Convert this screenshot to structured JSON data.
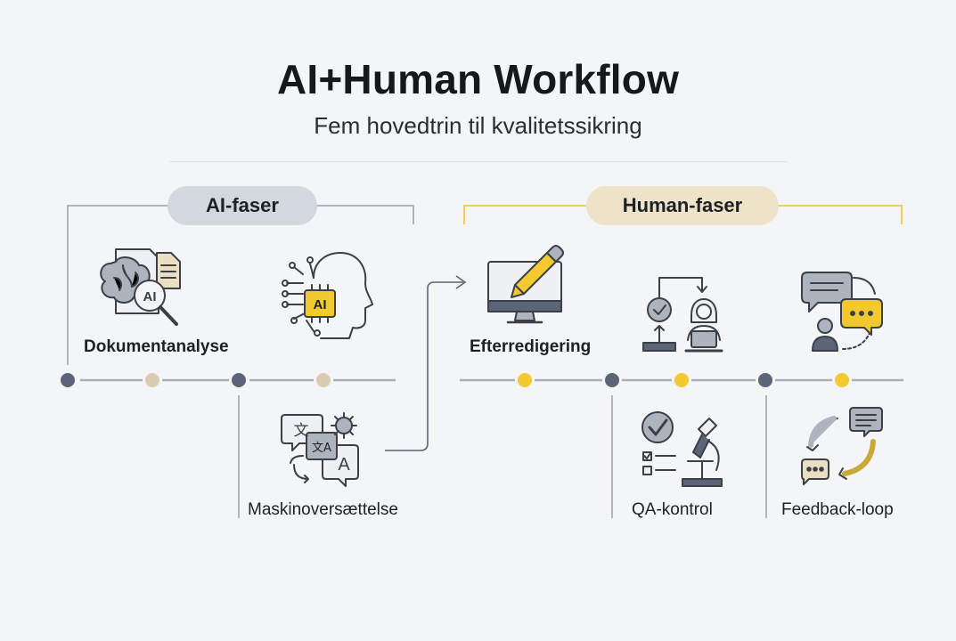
{
  "header": {
    "title": "AI+Human Workflow",
    "subtitle": "Fem hovedtrin til kvalitetssikring"
  },
  "groups": {
    "ai": {
      "label": "AI-faser"
    },
    "human": {
      "label": "Human-faser"
    }
  },
  "steps": [
    {
      "label": "Dokumentanalyse",
      "icon": "document-analysis-icon"
    },
    {
      "label": "Maskinoversættelse",
      "icon": "machine-translation-icon"
    },
    {
      "label": "Efterredigering",
      "icon": "post-editing-icon"
    },
    {
      "label": "QA-kontrol",
      "icon": "qa-control-icon"
    },
    {
      "label": "Feedback-loop",
      "icon": "feedback-loop-icon"
    }
  ],
  "icons": {
    "ai_chip_text": "AI",
    "magnifier_text": "AI",
    "translate_glyph_1": "文",
    "translate_glyph_2": "文A",
    "translate_glyph_3": "A"
  },
  "colors": {
    "ai_accent": "#5b6577",
    "ai_dot_light": "#d9ccb3",
    "human_accent": "#f2c92e",
    "bracket_ai": "#9aa1ad",
    "bracket_human": "#f0cf55",
    "dot_dark": "#5b6577",
    "line": "#a9aeb7"
  }
}
